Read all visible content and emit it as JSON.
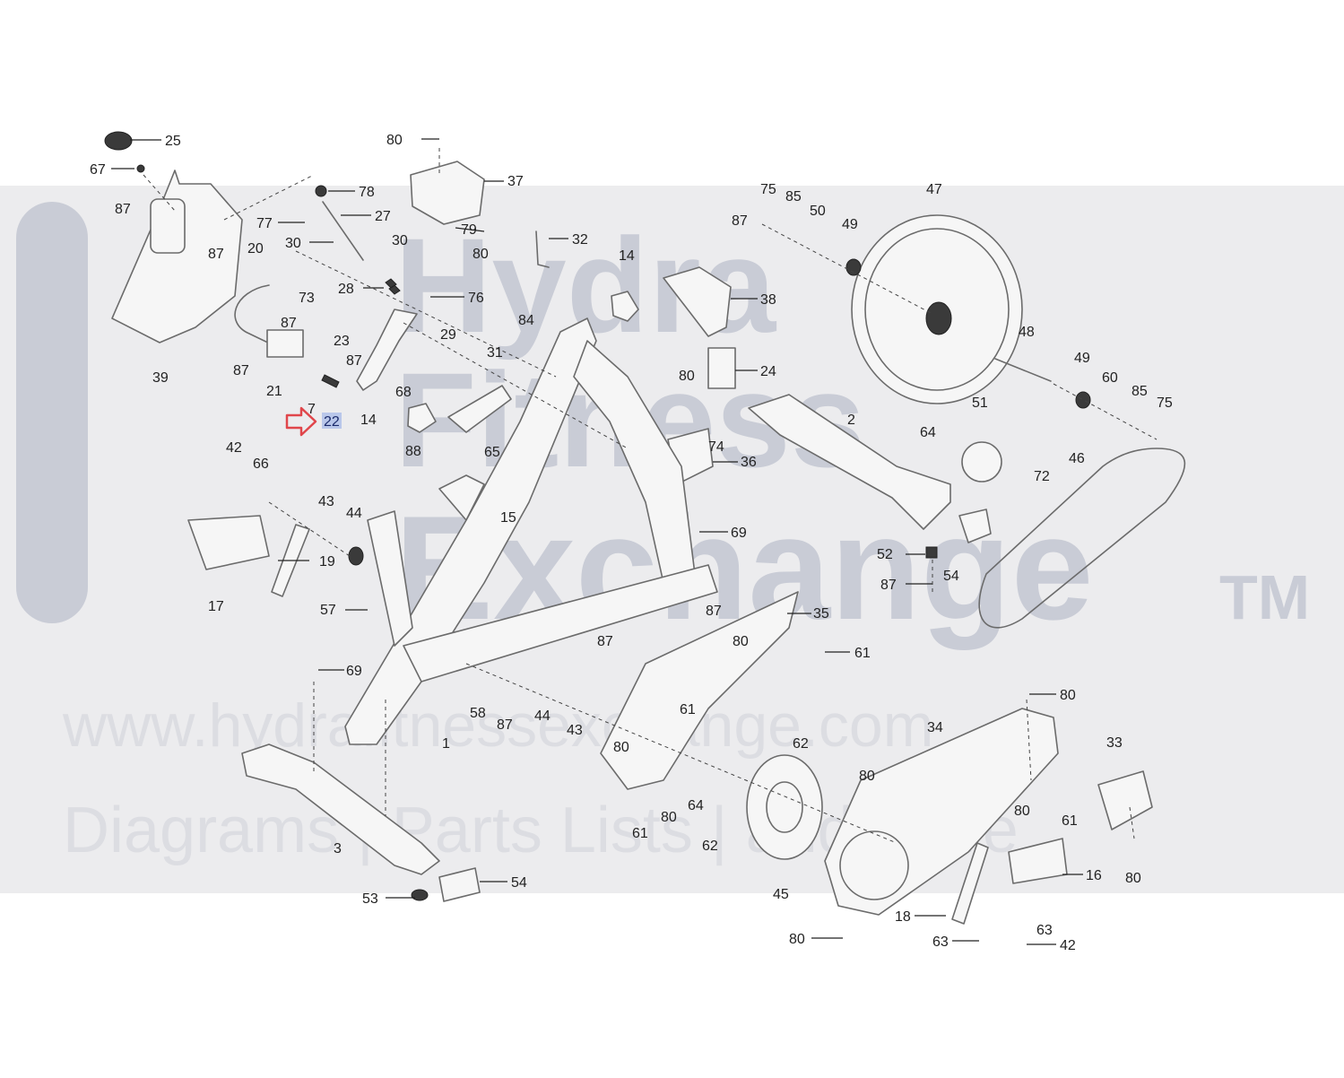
{
  "watermark": {
    "brand_line1": "Hydra",
    "brand_line2": "Fitness",
    "brand_line3": "Exchange",
    "trademark": "TM",
    "url": "www.hydrafitnessexchange.com",
    "tagline": "Diagrams | Parts Lists | and More"
  },
  "highlight": {
    "part": "22",
    "arrow_color": "#e0464b",
    "box_color": "#b9c7ea"
  },
  "callouts": [
    {
      "id": "c25",
      "text": "25"
    },
    {
      "id": "c67",
      "text": "67"
    },
    {
      "id": "c87a",
      "text": "87"
    },
    {
      "id": "c87b",
      "text": "87"
    },
    {
      "id": "c39",
      "text": "39"
    },
    {
      "id": "c78",
      "text": "78"
    },
    {
      "id": "c27",
      "text": "27"
    },
    {
      "id": "c77",
      "text": "77"
    },
    {
      "id": "c30a",
      "text": "30"
    },
    {
      "id": "c30b",
      "text": "30"
    },
    {
      "id": "c20",
      "text": "20"
    },
    {
      "id": "c28",
      "text": "28"
    },
    {
      "id": "c76",
      "text": "76"
    },
    {
      "id": "c73",
      "text": "73"
    },
    {
      "id": "c87c",
      "text": "87"
    },
    {
      "id": "c29",
      "text": "29"
    },
    {
      "id": "c23",
      "text": "23"
    },
    {
      "id": "c87d",
      "text": "87"
    },
    {
      "id": "c87e",
      "text": "87"
    },
    {
      "id": "c21",
      "text": "21"
    },
    {
      "id": "c7",
      "text": "7"
    },
    {
      "id": "c22",
      "text": "22"
    },
    {
      "id": "c80a",
      "text": "80"
    },
    {
      "id": "c37",
      "text": "37"
    },
    {
      "id": "c79",
      "text": "79"
    },
    {
      "id": "c80b",
      "text": "80"
    },
    {
      "id": "c32",
      "text": "32"
    },
    {
      "id": "c14a",
      "text": "14"
    },
    {
      "id": "c38",
      "text": "38"
    },
    {
      "id": "c84",
      "text": "84"
    },
    {
      "id": "c31",
      "text": "31"
    },
    {
      "id": "c68",
      "text": "68"
    },
    {
      "id": "c14b",
      "text": "14"
    },
    {
      "id": "c65",
      "text": "65"
    },
    {
      "id": "c88",
      "text": "88"
    },
    {
      "id": "c15",
      "text": "15"
    },
    {
      "id": "c80c",
      "text": "80"
    },
    {
      "id": "c24",
      "text": "24"
    },
    {
      "id": "c74",
      "text": "74"
    },
    {
      "id": "c36",
      "text": "36"
    },
    {
      "id": "c75a",
      "text": "75"
    },
    {
      "id": "c85a",
      "text": "85"
    },
    {
      "id": "c50",
      "text": "50"
    },
    {
      "id": "c49a",
      "text": "49"
    },
    {
      "id": "c87f",
      "text": "87"
    },
    {
      "id": "c47",
      "text": "47"
    },
    {
      "id": "c48",
      "text": "48"
    },
    {
      "id": "c49b",
      "text": "49"
    },
    {
      "id": "c60",
      "text": "60"
    },
    {
      "id": "c85b",
      "text": "85"
    },
    {
      "id": "c75b",
      "text": "75"
    },
    {
      "id": "c51",
      "text": "51"
    },
    {
      "id": "c2",
      "text": "2"
    },
    {
      "id": "c64a",
      "text": "64"
    },
    {
      "id": "c72",
      "text": "72"
    },
    {
      "id": "c46",
      "text": "46"
    },
    {
      "id": "c42a",
      "text": "42"
    },
    {
      "id": "c66",
      "text": "66"
    },
    {
      "id": "c43a",
      "text": "43"
    },
    {
      "id": "c44a",
      "text": "44"
    },
    {
      "id": "c19",
      "text": "19"
    },
    {
      "id": "c17",
      "text": "17"
    },
    {
      "id": "c57",
      "text": "57"
    },
    {
      "id": "c69a",
      "text": "69"
    },
    {
      "id": "c52",
      "text": "52"
    },
    {
      "id": "c87g",
      "text": "87"
    },
    {
      "id": "c54a",
      "text": "54"
    },
    {
      "id": "c87h",
      "text": "87"
    },
    {
      "id": "c35",
      "text": "35"
    },
    {
      "id": "c61a",
      "text": "61"
    },
    {
      "id": "c87i",
      "text": "87"
    },
    {
      "id": "c80d",
      "text": "80"
    },
    {
      "id": "c69b",
      "text": "69"
    },
    {
      "id": "c58",
      "text": "58"
    },
    {
      "id": "c87j",
      "text": "87"
    },
    {
      "id": "c44b",
      "text": "44"
    },
    {
      "id": "c43b",
      "text": "43"
    },
    {
      "id": "c1",
      "text": "1"
    },
    {
      "id": "c61b",
      "text": "61"
    },
    {
      "id": "c80e",
      "text": "80"
    },
    {
      "id": "c62a",
      "text": "62"
    },
    {
      "id": "c34",
      "text": "34"
    },
    {
      "id": "c80f",
      "text": "80"
    },
    {
      "id": "c33",
      "text": "33"
    },
    {
      "id": "c64b",
      "text": "64"
    },
    {
      "id": "c80g",
      "text": "80"
    },
    {
      "id": "c80h",
      "text": "80"
    },
    {
      "id": "c61c",
      "text": "61"
    },
    {
      "id": "c80i",
      "text": "80"
    },
    {
      "id": "c61d",
      "text": "61"
    },
    {
      "id": "c62b",
      "text": "62"
    },
    {
      "id": "c3",
      "text": "3"
    },
    {
      "id": "c45",
      "text": "45"
    },
    {
      "id": "c16",
      "text": "16"
    },
    {
      "id": "c80j",
      "text": "80"
    },
    {
      "id": "c53",
      "text": "53"
    },
    {
      "id": "c54b",
      "text": "54"
    },
    {
      "id": "c18",
      "text": "18"
    },
    {
      "id": "c63a",
      "text": "63"
    },
    {
      "id": "c80k",
      "text": "80"
    },
    {
      "id": "c63b",
      "text": "63"
    },
    {
      "id": "c42b",
      "text": "42"
    }
  ]
}
